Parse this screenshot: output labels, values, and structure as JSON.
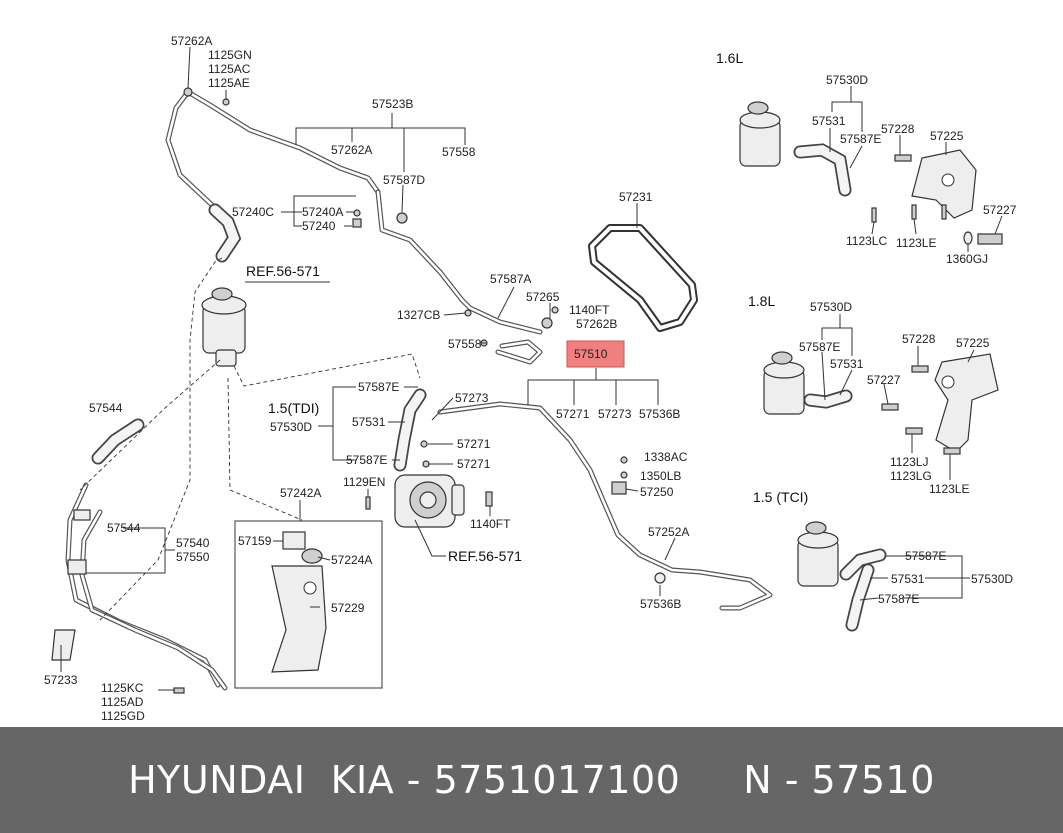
{
  "colors": {
    "highlight_fill": "#f08080",
    "banner_bg": "#666666",
    "banner_text": "#ffffff"
  },
  "engine_variants": {
    "v16": "1.6L",
    "v18": "1.8L",
    "v15tci": "1.5 (TCI)",
    "v15tdi": "1.5(TDI)"
  },
  "labels": {
    "p57262a_top": "57262A",
    "p1125gn": "1125GN",
    "p1125ac": "1125AC",
    "p1125ae": "1125AE",
    "p57523b": "57523B",
    "p57262a_mid": "57262A",
    "p57558_top": "57558",
    "p57587d": "57587D",
    "p57240c": "57240C",
    "p57240a": "57240A",
    "p57240": "57240",
    "ref_top": "REF.56-571",
    "p57231": "57231",
    "p57587a": "57587A",
    "p57265": "57265",
    "p1140ft_top": "1140FT",
    "p57262b": "57262B",
    "p1327cb": "1327CB",
    "p57558_bot": "57558",
    "p57510": "57510",
    "p57271_a": "57271",
    "p57273_a": "57273",
    "p57536b_a": "57536B",
    "p57544_a": "57544",
    "p57587e_tdi_top": "57587E",
    "p57273_b": "57273",
    "p57531_tdi": "57531",
    "p57530d_tdi": "57530D",
    "p57271_b": "57271",
    "p57587e_tdi_bot": "57587E",
    "p57271_c": "57271",
    "p1129en": "1129EN",
    "p1338ac": "1338AC",
    "p1350lb": "1350LB",
    "p57250": "57250",
    "p57242a": "57242A",
    "p1140ft_bot": "1140FT",
    "p57544_b": "57544",
    "p57540": "57540",
    "p57550": "57550",
    "p57159": "57159",
    "p57224a": "57224A",
    "ref_bot": "REF.56-571",
    "p57252a": "57252A",
    "p57229": "57229",
    "p57536b_b": "57536B",
    "p57233": "57233",
    "p1125kc": "1125KC",
    "p1125ad": "1125AD",
    "p1125gd": "1125GD",
    "p57530d_16": "57530D",
    "p57531_16": "57531",
    "p57587e_16": "57587E",
    "p57228_16": "57228",
    "p57225_16": "57225",
    "p57227_16": "57227",
    "p1123lc": "1123LC",
    "p1123le_16": "1123LE",
    "p1360gj": "1360GJ",
    "p57530d_18": "57530D",
    "p57587e_18": "57587E",
    "p57531_18": "57531",
    "p57228_18": "57228",
    "p57225_18": "57225",
    "p57227_18": "57227",
    "p1123lj": "1123LJ",
    "p1123lg": "1123LG",
    "p1123le_18": "1123LE",
    "p57587e_tci_top": "57587E",
    "p57531_tci": "57531",
    "p57530d_tci": "57530D",
    "p57587e_tci_bot": "57587E"
  },
  "banner": {
    "text": "HYUNDAI  KIA - 5751017100     N - 57510"
  }
}
